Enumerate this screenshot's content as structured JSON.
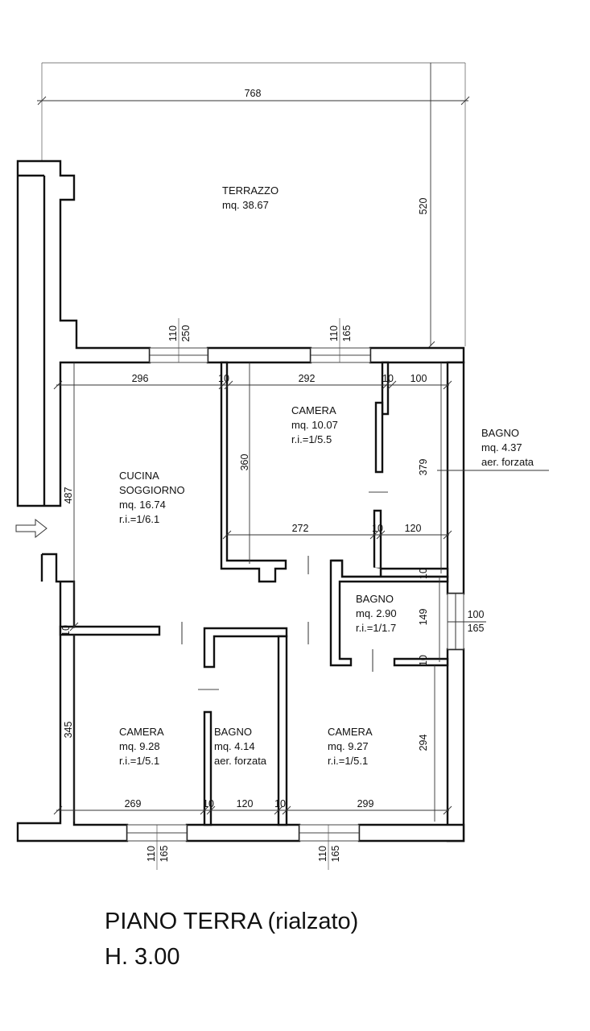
{
  "title": {
    "line1": "PIANO TERRA (rialzato)",
    "line2": "H. 3.00"
  },
  "rooms": {
    "terrazzo": {
      "name": "TERRAZZO",
      "area": "mq. 38.67"
    },
    "cucina": {
      "name1": "CUCINA",
      "name2": "SOGGIORNO",
      "area": "mq. 16.74",
      "ri": "r.i.=1/6.1"
    },
    "camera_top": {
      "name": "CAMERA",
      "area": "mq. 10.07",
      "ri": "r.i.=1/5.5"
    },
    "bagno_ext": {
      "name": "BAGNO",
      "area": "mq. 4.37",
      "note": "aer. forzata"
    },
    "bagno_mid": {
      "name": "BAGNO",
      "area": "mq. 2.90",
      "ri": "r.i.=1/1.7"
    },
    "camera_bl": {
      "name": "CAMERA",
      "area": "mq. 9.28",
      "ri": "r.i.=1/5.1"
    },
    "bagno_bot": {
      "name": "BAGNO",
      "area": "mq. 4.14",
      "note": "aer. forzata"
    },
    "camera_br": {
      "name": "CAMERA",
      "area": "mq. 9.27",
      "ri": "r.i.=1/5.1"
    }
  },
  "dims": {
    "d768": "768",
    "d520": "520",
    "d110a": "110",
    "d250": "250",
    "d110b": "110",
    "d165a": "165",
    "d296": "296",
    "d10a": "10",
    "d292": "292",
    "d10b": "10",
    "d100a": "100",
    "d360": "360",
    "d379": "379",
    "d487": "487",
    "d272": "272",
    "d10c": "10",
    "d120a": "120",
    "d10d": "10",
    "d149": "149",
    "d100b": "100",
    "d165b": "165",
    "d10e": "10",
    "d345": "345",
    "d294": "294",
    "d269": "269",
    "d10f": "10",
    "d120b": "120",
    "d10g": "10",
    "d299": "299",
    "d110c": "110",
    "d165c": "165",
    "d110d": "110",
    "d165d": "165",
    "d10h": "10"
  },
  "icons": [
    "entrance-arrow-icon"
  ]
}
